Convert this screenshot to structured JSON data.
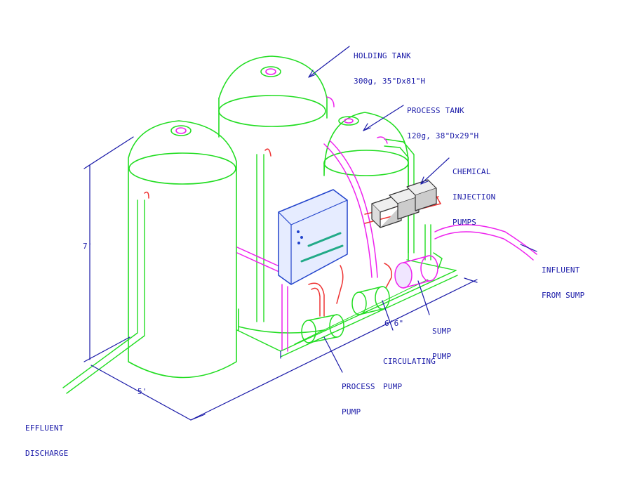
{
  "labels": {
    "holding_tank": {
      "name": "HOLDING TANK",
      "spec": "300g, 35\"Dx81\"H"
    },
    "process_tank": {
      "name": "PROCESS TANK",
      "spec": "120g, 38\"Dx29\"H"
    },
    "chemical_injection": {
      "line1": "CHEMICAL",
      "line2": "INJECTION",
      "line3": "PUMPS"
    },
    "influent": {
      "line1": "INFLUENT",
      "line2": "FROM SUMP"
    },
    "sump_pump": {
      "line1": "SUMP",
      "line2": "PUMP"
    },
    "circulating_pump": {
      "line1": "CIRCULATING",
      "line2": "PUMP"
    },
    "process_pump": {
      "line1": "PROCESS",
      "line2": "PUMP"
    },
    "effluent": {
      "line1": "EFFLUENT",
      "line2": "DISCHARGE"
    }
  },
  "dimensions": {
    "height": "7'",
    "width": "5'",
    "length": "6'6\""
  },
  "colors": {
    "tank_outline": "#22dd22",
    "piping": "#ee22ee",
    "pipe_red": "#ee3333",
    "annotation": "#1a1aa8",
    "panel": "#2244cc",
    "background": "#ffffff"
  }
}
